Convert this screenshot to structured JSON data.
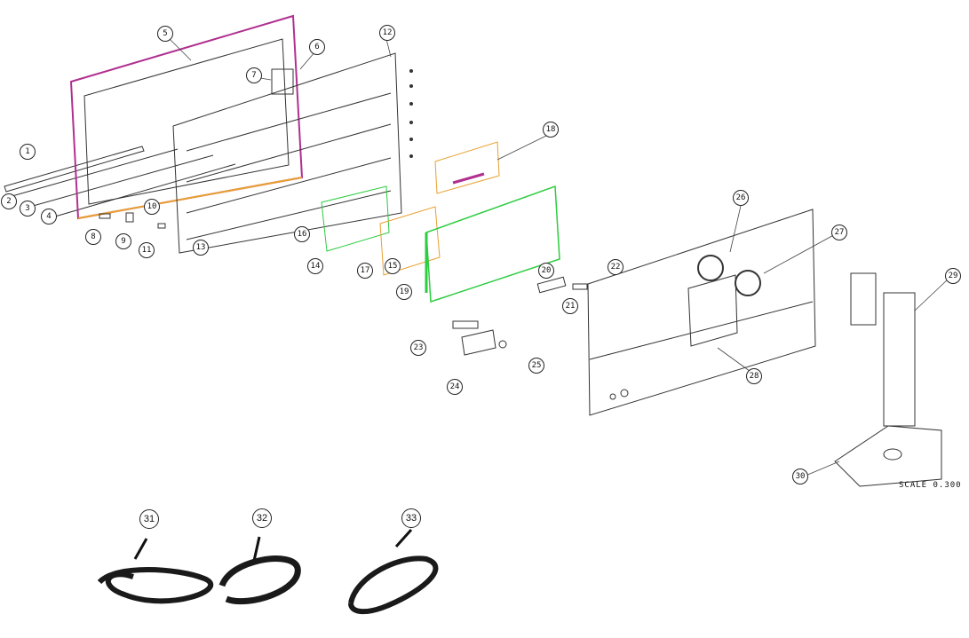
{
  "callouts": [
    "1",
    "2",
    "3",
    "4",
    "5",
    "6",
    "7",
    "8",
    "9",
    "10",
    "11",
    "12",
    "13",
    "14",
    "15",
    "16",
    "17",
    "18",
    "19",
    "20",
    "21",
    "22",
    "23",
    "24",
    "25",
    "26",
    "27",
    "28",
    "29",
    "30",
    "31",
    "32",
    "33"
  ],
  "scale_label": "SCALE 0.300",
  "colors": {
    "line": "#333333",
    "board_green": "#2ecc40",
    "led_magenta": "#b03090",
    "board_orange": "#e8a030",
    "cable_black": "#1a1a1a"
  },
  "icons": [
    "dell-logo-icon",
    "power-cable-icon",
    "displayport-cable-icon",
    "usb-cable-icon"
  ]
}
